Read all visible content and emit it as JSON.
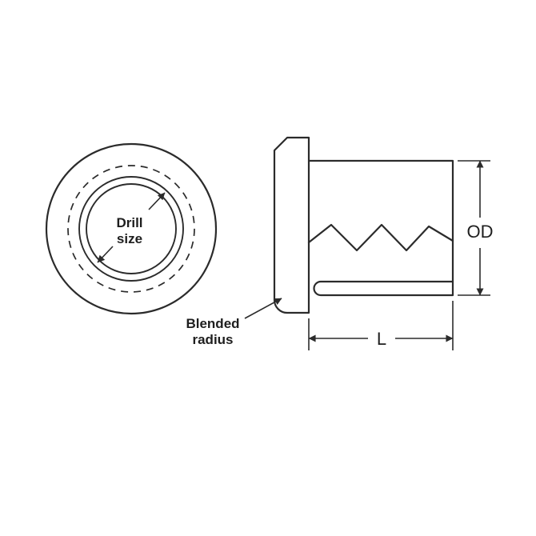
{
  "diagram": {
    "front_view": {
      "drill_size_line1": "Drill",
      "drill_size_line2": "size"
    },
    "section_view": {
      "od_label": "OD",
      "length_label": "L",
      "blended_radius_line1": "Blended",
      "blended_radius_line2": "radius"
    },
    "colors": {
      "line": "#2b2b2b",
      "text": "#1e1e1e",
      "background": "#ffffff"
    }
  }
}
